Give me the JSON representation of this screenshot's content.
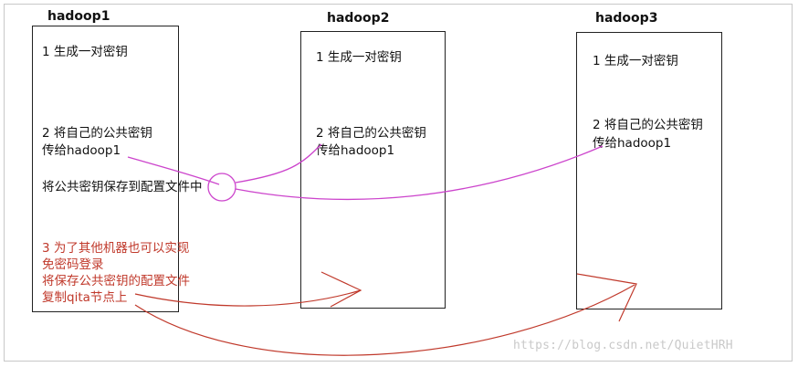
{
  "nodes": {
    "hadoop1": {
      "title": "hadoop1",
      "step1": "1 生成一对密钥",
      "step2_line1": "2 将自己的公共密钥",
      "step2_line2": "传给hadoop1",
      "save_note": "将公共密钥保存到配置文件中",
      "step3_line1": "3 为了其他机器也可以实现",
      "step3_line2": "免密码登录",
      "step3_line3": "将保存公共密钥的配置文件",
      "step3_line4": "复制qita节点上"
    },
    "hadoop2": {
      "title": "hadoop2",
      "step1": "1 生成一对密钥",
      "step2_line1": "2 将自己的公共密钥",
      "step2_line2": "传给hadoop1"
    },
    "hadoop3": {
      "title": "hadoop3",
      "step1": "1 生成一对密钥",
      "step2_line1": "2 将自己的公共密钥",
      "step2_line2": "传给hadoop1"
    }
  },
  "colors": {
    "box_border": "#222222",
    "purple_link": "#cc44cc",
    "red_link": "#c0392b",
    "step3_text": "#c0392b",
    "watermark": "#c9c9c9"
  },
  "watermark": "https://blog.csdn.net/QuietHRH"
}
